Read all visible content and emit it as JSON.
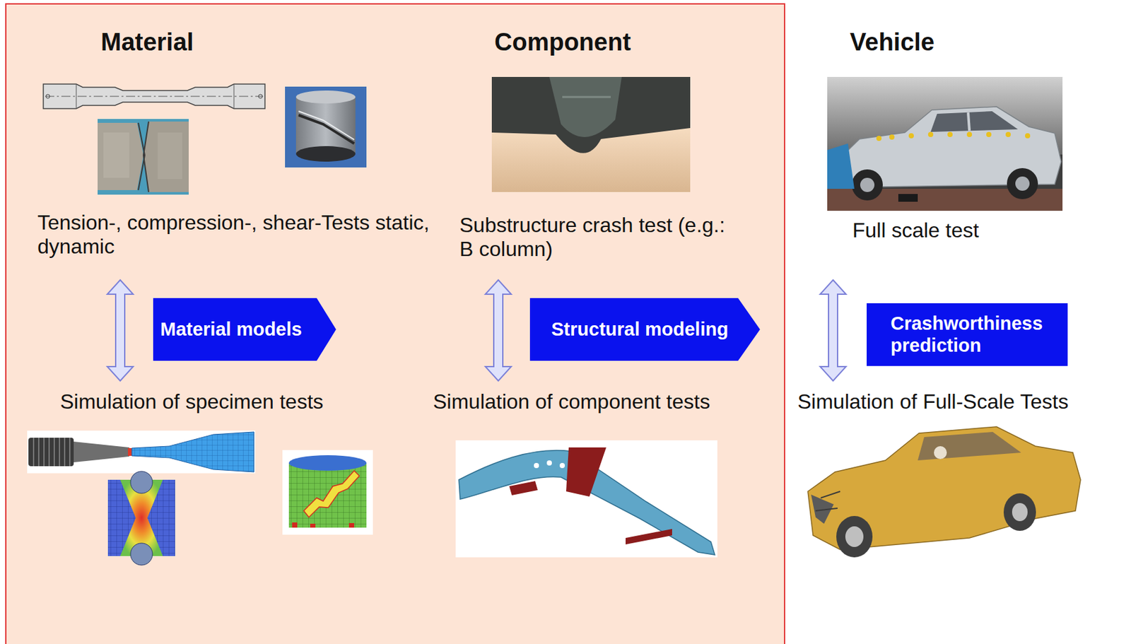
{
  "diagram": {
    "nodes": [
      {
        "text": [
          "Material models"
        ]
      },
      {
        "text": [
          "Structural modeling"
        ]
      },
      {
        "text": [
          "Crashworthiness prediction"
        ]
      }
    ],
    "labels": [
      "Material",
      "Component",
      "Vehicle",
      "Tension-, compression-, shear-Tests static, dynamic",
      "Substructure crash test (e.g.: B column)",
      "Full scale test",
      "Simulation of specimen tests",
      "Simulation of component tests",
      "Simulation of Full-Scale Tests"
    ]
  }
}
